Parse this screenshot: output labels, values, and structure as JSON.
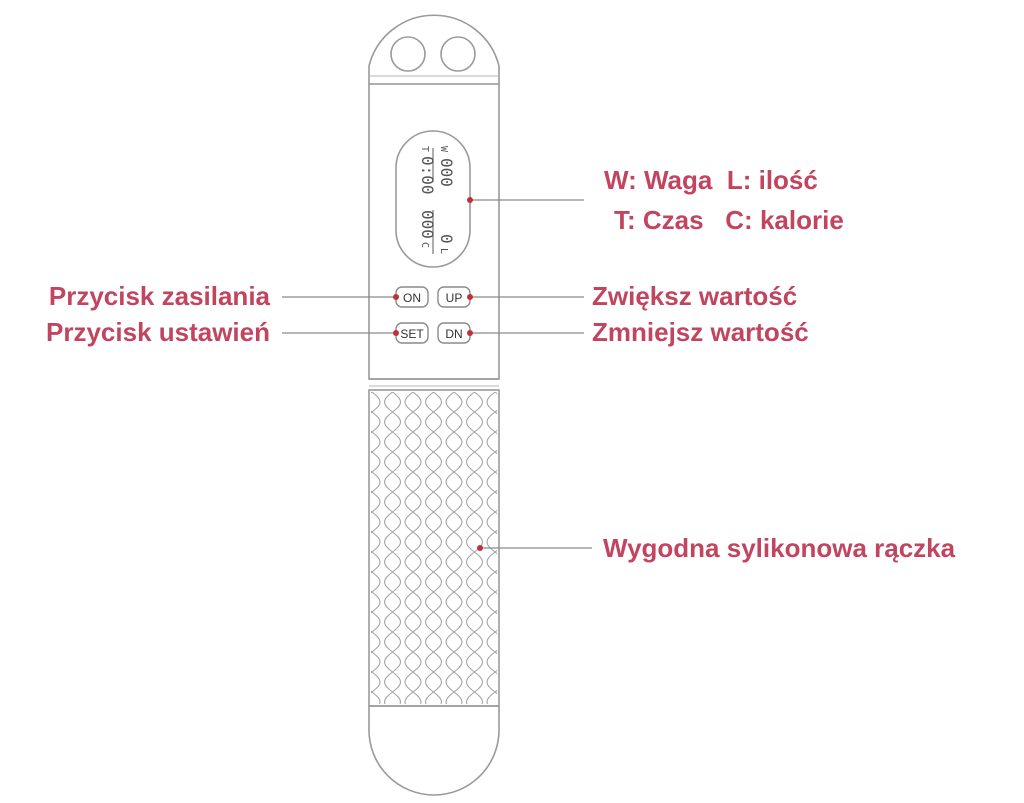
{
  "device": {
    "display": {
      "w_label": "W",
      "w_value": "000",
      "t_label": "T",
      "t_value": "0:00",
      "c_value": "000",
      "c_label": "C",
      "l_value": "0",
      "l_label": "L"
    },
    "buttons": {
      "on": "ON",
      "up": "UP",
      "set": "SET",
      "dn": "DN"
    }
  },
  "legend": {
    "line1_w": "W:",
    "line1_w_text": "Waga",
    "line1_l": "L:",
    "line1_l_text": "ilość",
    "line2_t": "T:",
    "line2_t_text": "Czas",
    "line2_c": "C:",
    "line2_c_text": "kalorie"
  },
  "callouts": {
    "power": "Przycisk zasilania",
    "settings": "Przycisk ustawień",
    "increase": "Zwiększ wartość",
    "decrease": "Zmniejsz wartość",
    "handle": "Wygodna sylikonowa rączka"
  },
  "colors": {
    "accent": "#c24560",
    "outline": "#999999",
    "dot": "#c0303a"
  }
}
